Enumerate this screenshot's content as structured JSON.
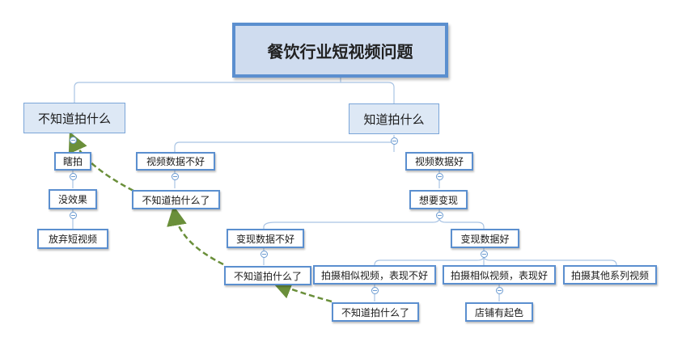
{
  "root": {
    "label": "餐饮行业短视频问题"
  },
  "left": {
    "label": "不知道拍什么",
    "children": [
      "瞎拍",
      "没效果",
      "放弃短视频"
    ]
  },
  "right": {
    "label": "知道拍什么",
    "bad": {
      "label": "视频数据不好",
      "child": "不知道拍什么了"
    },
    "good": {
      "label": "视频数据好",
      "monetize": "想要变现",
      "mbad": {
        "label": "变现数据不好",
        "child": "不知道拍什么了"
      },
      "mgood": {
        "label": "变现数据好",
        "children": [
          "拍摄相似视频，表现不好",
          "拍摄相似视频，表现好",
          "拍摄其他系列视频"
        ],
        "sub_bad": "不知道拍什么了",
        "sub_good": "店铺有起色"
      }
    }
  },
  "colors": {
    "line": "#a9c4e4",
    "node_border": "#5b8fcf",
    "arrow": "#6a8f3a"
  }
}
